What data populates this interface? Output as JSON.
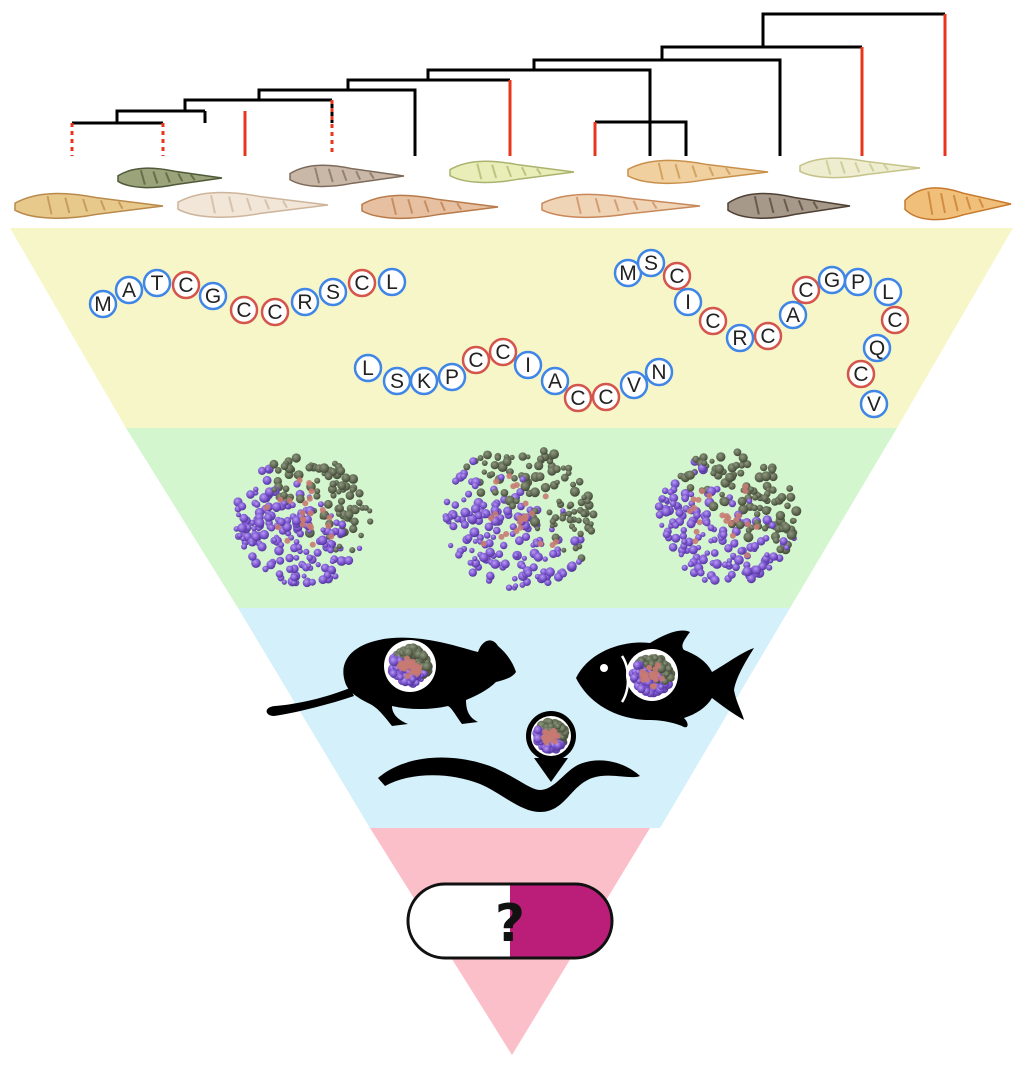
{
  "colors": {
    "background": "#ffffff",
    "tree_branch": "#000000",
    "tree_highlight": "#e8361c",
    "band_sequence": "#f7f6c8",
    "band_structure": "#d3f6cf",
    "band_organism": "#d4f0fa",
    "band_drug": "#fbbfc9",
    "residue_regular_ring": "#3f86e6",
    "residue_cysteine_ring": "#d4554c",
    "protein_primary": "#8a66d6",
    "protein_secondary": "#5f6850",
    "protein_accent": "#c87a72",
    "pill_fill": "#bb1e78",
    "silhouette": "#000000"
  },
  "sequences": [
    {
      "id": "seq1",
      "residues": [
        "M",
        "A",
        "T",
        "C",
        "G",
        "C",
        "C",
        "R",
        "S",
        "C",
        "L"
      ]
    },
    {
      "id": "seq2",
      "residues": [
        "L",
        "S",
        "K",
        "P",
        "C",
        "C",
        "I",
        "A",
        "C",
        "C",
        "V",
        "N"
      ]
    },
    {
      "id": "seq3",
      "residues": [
        "M",
        "S",
        "C",
        "I",
        "C",
        "R",
        "C",
        "A",
        "C",
        "G",
        "P",
        "L",
        "C",
        "Q",
        "C",
        "V"
      ]
    }
  ],
  "organism_icons": [
    "mouse-silhouette-icon",
    "fish-silhouette-icon",
    "worm-silhouette-icon"
  ],
  "drug": {
    "symbol": "?"
  }
}
